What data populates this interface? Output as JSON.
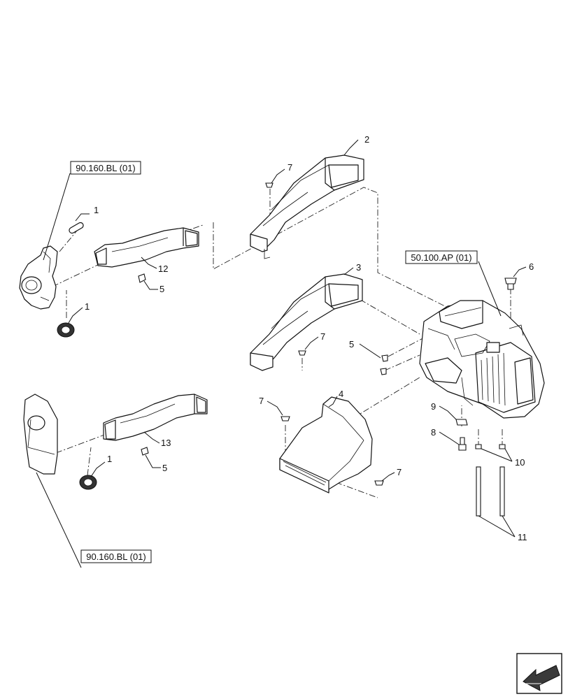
{
  "references": {
    "ref_top_left": "90.160.BL (01)",
    "ref_bottom_left": "90.160.BL (01)",
    "ref_hvac": "50.100.AP (01)"
  },
  "callouts": {
    "c1_top": "1",
    "c1_mid": "1",
    "c1_bottom": "1",
    "c2": "2",
    "c3": "3",
    "c4": "4",
    "c5_upper": "5",
    "c5_mid": "5",
    "c5_lower": "5",
    "c6": "6",
    "c7_top": "7",
    "c7_mid": "7",
    "c7_left": "7",
    "c7_right": "7",
    "c8": "8",
    "c9": "9",
    "c10": "10",
    "c11": "11",
    "c12": "12",
    "c13": "13"
  }
}
